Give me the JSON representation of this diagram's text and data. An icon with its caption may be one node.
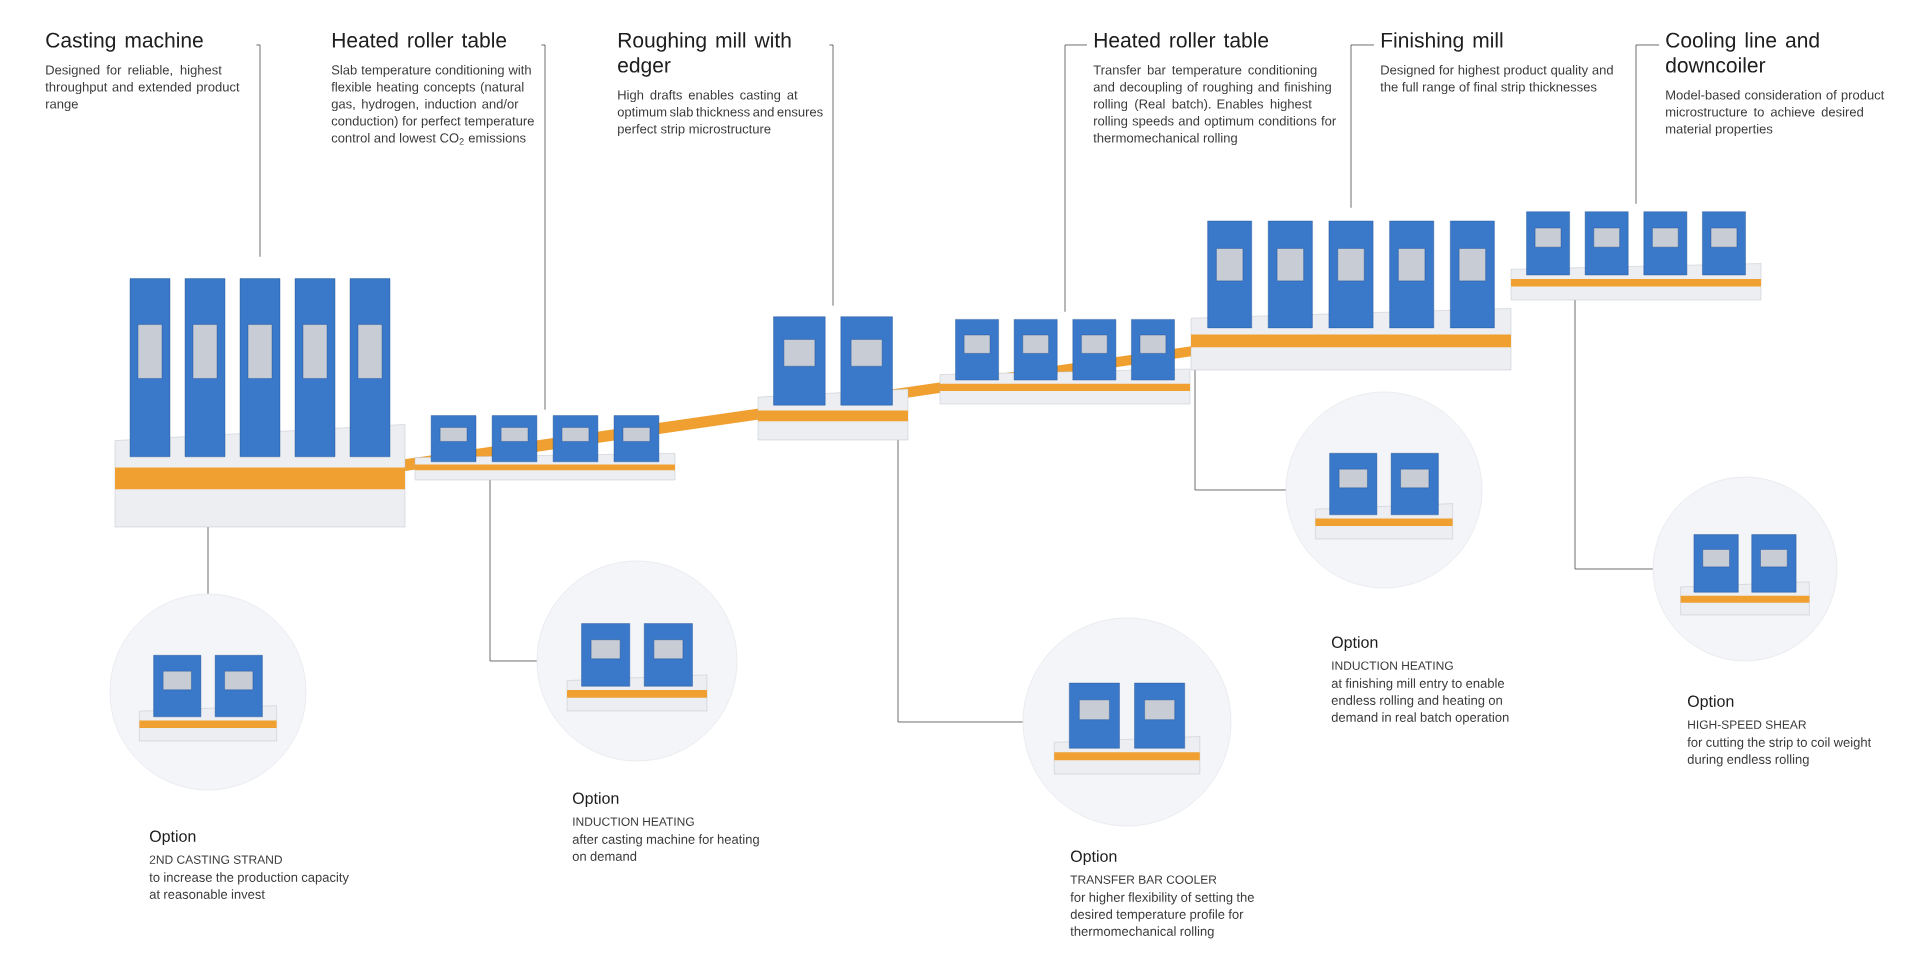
{
  "diagram": {
    "nodes": [
      {
        "text": [
          "Casting machine",
          "Designed for reliable, highest throughput and extended product range"
        ]
      },
      {
        "text": [
          "Heated roller table",
          "Slab temperature conditioning with flexible heating concepts (natural gas, hydrogen, induction and/or conduction) for perfect temperature control and lowest CO$_{2}$ emissions"
        ]
      },
      {
        "text": [
          "Roughing mill with edger",
          "High drafts enables casting at optimum slab thickness and ensures perfect strip microstructure"
        ]
      },
      {
        "text": [
          "Heated roller table",
          "Transfer bar temperature conditioning and decoupling of roughing and finishing rolling (Real batch). Enables highest rolling speeds and optimum conditions for thermomechanical rolling"
        ]
      },
      {
        "text": [
          "Finishing mill",
          "Designed for highest product quality and the full range of final strip thicknesses"
        ]
      },
      {
        "text": [
          "Cooling line and downcoiler",
          "Model-based consideration of product microstructure to achieve desired material properties"
        ]
      },
      {
        "text": [],
        "shape": "picture"
      },
      {
        "text": [],
        "shape": "picture"
      },
      {
        "text": [],
        "shape": "picture"
      },
      {
        "text": [],
        "shape": "picture"
      },
      {
        "text": [],
        "shape": "picture"
      },
      {
        "text": [],
        "shape": "picture"
      },
      {
        "text": [],
        "shape": "circle",
        "beside": [
          "Option",
          "2ND CASTING STRAND",
          "to increase the production capacity at reasonable invest"
        ]
      },
      {
        "text": [],
        "shape": "circle",
        "beside": [
          "Option",
          "INDUCTION HEATING",
          "after casting machine for heating on demand"
        ]
      },
      {
        "text": [],
        "shape": "circle",
        "beside": [
          "Option",
          "TRANSFER BAR COOLER",
          "for higher flexibility of setting the desired temperature profile for thermomechanical rolling"
        ]
      },
      {
        "text": [],
        "shape": "circle",
        "beside": [
          "Option",
          "INDUCTION HEATING",
          "at finishing mill entry to enable endless rolling and heating on demand in real batch operation"
        ]
      },
      {
        "text": [],
        "shape": "circle",
        "beside": [
          "Option",
          "HIGH-SPEED SHEAR",
          "for cutting the strip to coil weight during endless rolling"
        ]
      }
    ],
    "edges": [
      {
        "from": 0,
        "to": 6,
        "arrow": "none"
      },
      {
        "from": 1,
        "to": 7,
        "arrow": "none"
      },
      {
        "from": 2,
        "to": 8,
        "arrow": "none"
      },
      {
        "from": 3,
        "to": 9,
        "arrow": "none"
      },
      {
        "from": 4,
        "to": 10,
        "arrow": "none"
      },
      {
        "from": 5,
        "to": 11,
        "arrow": "none"
      },
      {
        "from": 6,
        "to": 12,
        "arrow": "none"
      },
      {
        "from": 7,
        "to": 13,
        "arrow": "none"
      },
      {
        "from": 8,
        "to": 14,
        "arrow": "none"
      },
      {
        "from": 10,
        "to": 15,
        "arrow": "none"
      },
      {
        "from": 11,
        "to": 16,
        "arrow": "none"
      }
    ]
  }
}
